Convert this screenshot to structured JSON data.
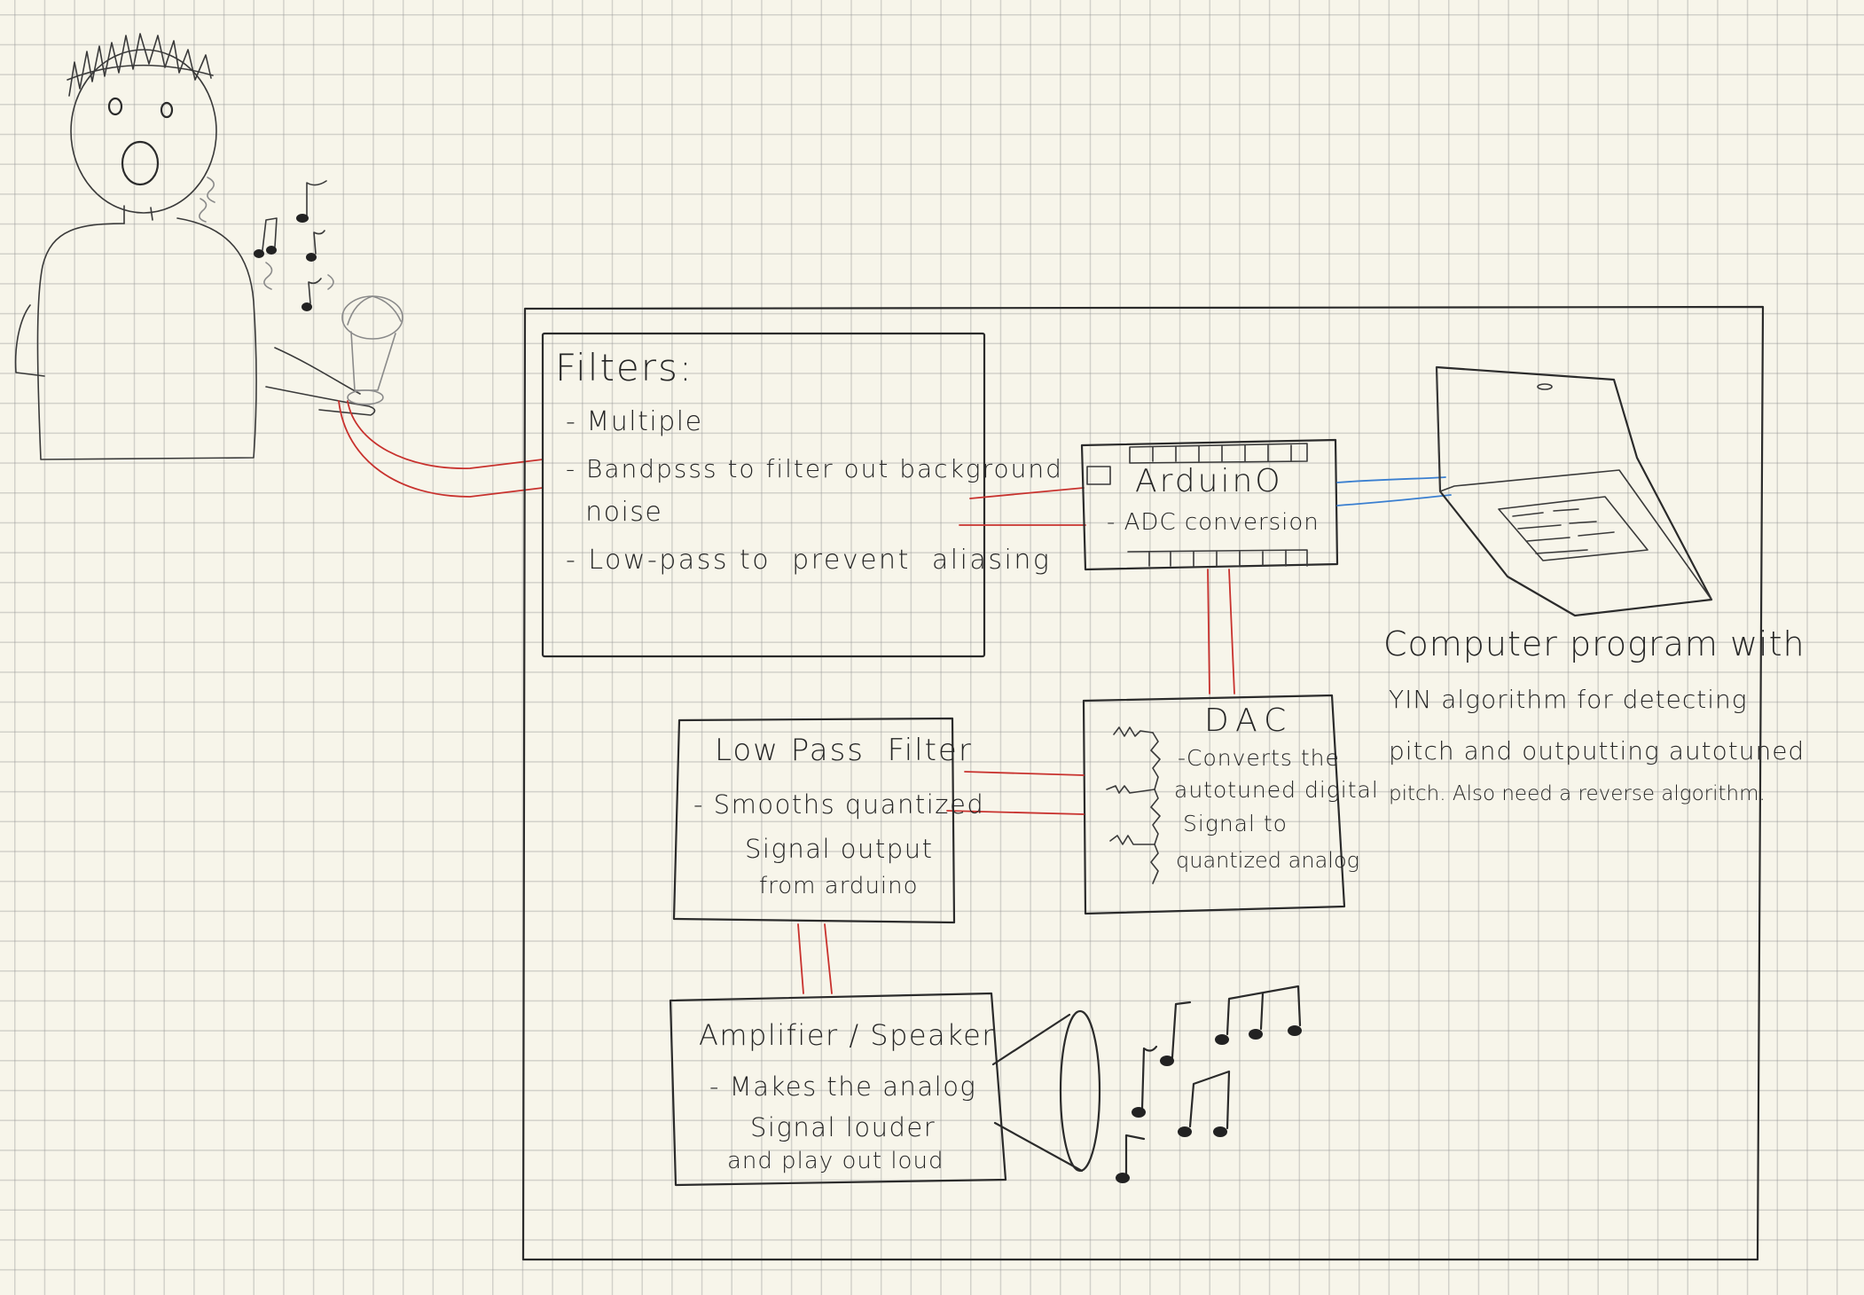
{
  "filters": {
    "title": "Filters:",
    "lines": [
      "- Multiple",
      "- Bandpsss to filter out background",
      "  noise",
      "- Low-pass to  prevent  aliasing"
    ]
  },
  "arduino": {
    "title": "ArduinO",
    "line": "- ADC conversion"
  },
  "computer": {
    "lines": [
      "Computer program with",
      "YIN algorithm for detecting",
      "pitch and outputting autotuned",
      "pitch. Also need a reverse algorithm."
    ]
  },
  "dac": {
    "title": "DAC",
    "lines": [
      "-Converts the",
      "autotuned digital",
      "Signal to",
      "quantized analog"
    ]
  },
  "lowpass": {
    "title": "Low Pass  Filter",
    "lines": [
      "- Smooths quantized",
      "Signal output",
      "from arduino"
    ]
  },
  "amplifier": {
    "title": "Amplifier / Speaker",
    "lines": [
      "- Makes the analog",
      "Signal louder",
      "and play out loud"
    ]
  },
  "colors": {
    "paper": "#f7f5ea",
    "grid": "#bdbdb5",
    "ink": "#2b2b2b",
    "wire": "#c8322e",
    "usb": "#3a7fd0"
  }
}
